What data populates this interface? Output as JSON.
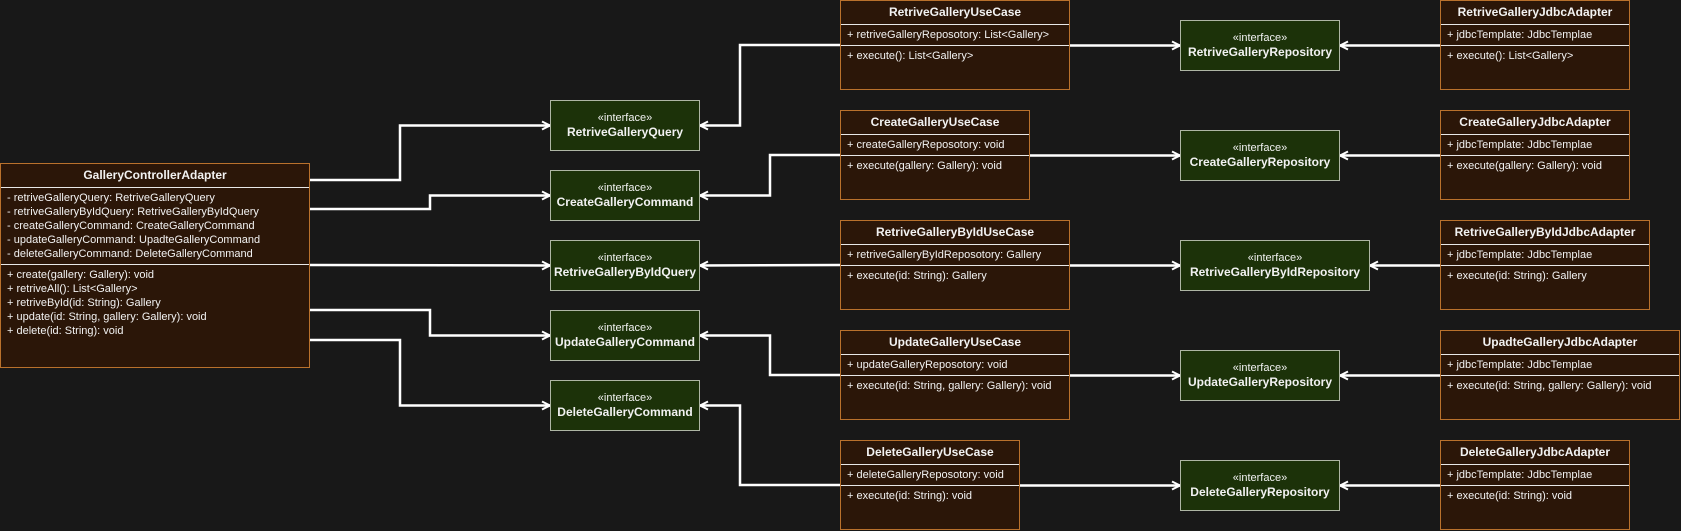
{
  "stereotype": "«interface»",
  "controller": {
    "title": "GalleryControllerAdapter",
    "attributes": [
      "- retriveGalleryQuery: RetriveGalleryQuery",
      "- retriveGalleryByIdQuery: RetriveGalleryByIdQuery",
      "- createGalleryCommand: CreateGalleryCommand",
      "- updateGalleryCommand: UpadteGalleryCommand",
      "- deleteGalleryCommand: DeleteGalleryCommand"
    ],
    "methods": [
      "+ create(gallery: Gallery): void",
      "+ retriveAll(): List<Gallery>",
      "+ retriveById(id: String): Gallery",
      "+ update(id: String, gallery: Gallery): void",
      "+ delete(id: String): void"
    ]
  },
  "ports_in": [
    "RetriveGalleryQuery",
    "CreateGalleryCommand",
    "RetriveGalleryByIdQuery",
    "UpdateGalleryCommand",
    "DeleteGalleryCommand"
  ],
  "usecases": [
    {
      "title": "RetriveGalleryUseCase",
      "attributes": [
        "+ retriveGalleryReposotory: List<Gallery>"
      ],
      "methods": [
        "+ execute(): List<Gallery>"
      ]
    },
    {
      "title": "CreateGalleryUseCase",
      "attributes": [
        "+ createGalleryReposotory: void"
      ],
      "methods": [
        "+ execute(gallery: Gallery): void"
      ]
    },
    {
      "title": "RetriveGalleryByIdUseCase",
      "attributes": [
        "+ retriveGalleryByIdReposotory: Gallery"
      ],
      "methods": [
        "+ execute(id: String): Gallery"
      ]
    },
    {
      "title": "UpdateGalleryUseCase",
      "attributes": [
        "+ updateGalleryReposotory: void"
      ],
      "methods": [
        "+ execute(id: String, gallery: Gallery): void"
      ]
    },
    {
      "title": "DeleteGalleryUseCase",
      "attributes": [
        "+ deleteGalleryReposotory: void"
      ],
      "methods": [
        "+ execute(id: String): void"
      ]
    }
  ],
  "ports_out": [
    "RetriveGalleryRepository",
    "CreateGalleryRepository",
    "RetriveGalleryByIdRepository",
    "UpdateGalleryRepository",
    "DeleteGalleryRepository"
  ],
  "adapters": [
    {
      "title": "RetriveGalleryJdbcAdapter",
      "attributes": [
        "+ jdbcTemplate: JdbcTemplae"
      ],
      "methods": [
        "+ execute(): List<Gallery>"
      ]
    },
    {
      "title": "CreateGalleryJdbcAdapter",
      "attributes": [
        "+ jdbcTemplate: JdbcTemplae"
      ],
      "methods": [
        "+ execute(gallery: Gallery): void"
      ]
    },
    {
      "title": "RetriveGalleryByIdJdbcAdapter",
      "attributes": [
        "+ jdbcTemplate: JdbcTemplae"
      ],
      "methods": [
        "+ execute(id: String): Gallery"
      ]
    },
    {
      "title": "UpadteGalleryJdbcAdapter",
      "attributes": [
        "+ jdbcTemplate: JdbcTemplae"
      ],
      "methods": [
        "+ execute(id: String, gallery: Gallery): void"
      ]
    },
    {
      "title": "DeleteGalleryJdbcAdapter",
      "attributes": [
        "+ jdbcTemplate: JdbcTemplae"
      ],
      "methods": [
        "+ execute(id: String): void"
      ]
    }
  ],
  "colors": {
    "background": "#181818",
    "class_fill": "#2b1608",
    "class_border": "#b9712c",
    "interface_fill": "#1c3209",
    "interface_border": "#aeb6a4",
    "connector": "#ffffff"
  }
}
